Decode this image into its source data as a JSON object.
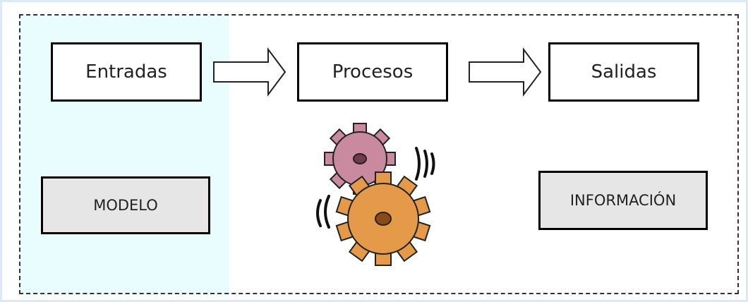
{
  "diagram": {
    "flow": {
      "input_label": "Entradas",
      "process_label": "Procesos",
      "output_label": "Salidas"
    },
    "model_label": "MODELO",
    "information_label": "INFORMACIÓN"
  },
  "colors": {
    "gear_small": "#c98aa0",
    "gear_large": "#e59a4a",
    "panel": "#e9fdff"
  },
  "icons": [
    "arrow-right-icon",
    "gears-icon"
  ]
}
